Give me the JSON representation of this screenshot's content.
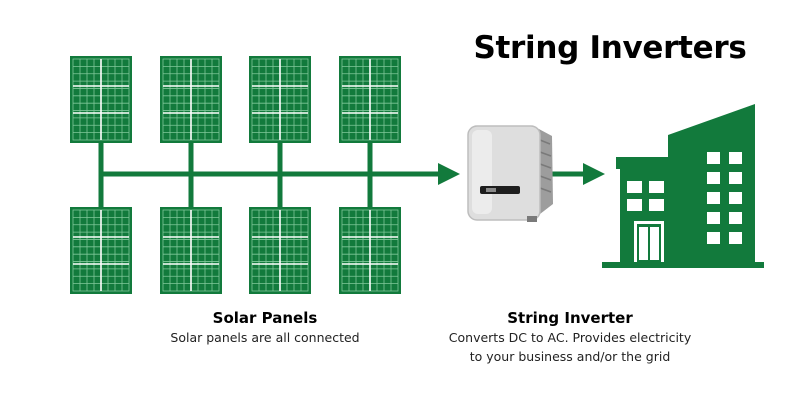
{
  "title": "String Inverters",
  "colors": {
    "green": "#127a3c",
    "panel_grid": "#7fc799",
    "inverter_body": "#dedede",
    "inverter_display": "#1e1e1e",
    "window": "#ffffff"
  },
  "icons": {
    "panels": "solar-panel-icon",
    "inverter": "string-inverter-icon",
    "building": "building-icon",
    "arrow": "arrow-right-icon"
  },
  "solar_panels": {
    "count": 8,
    "rows": 2,
    "columns": 4,
    "heading": "Solar Panels",
    "description": "Solar panels are all connected"
  },
  "string_inverter": {
    "heading": "String Inverter",
    "description_line1": "Converts DC to AC. Provides electricity",
    "description_line2": "to your business and/or the grid"
  },
  "flow": [
    "Solar Panels",
    "String Inverter",
    "Business / Grid"
  ]
}
